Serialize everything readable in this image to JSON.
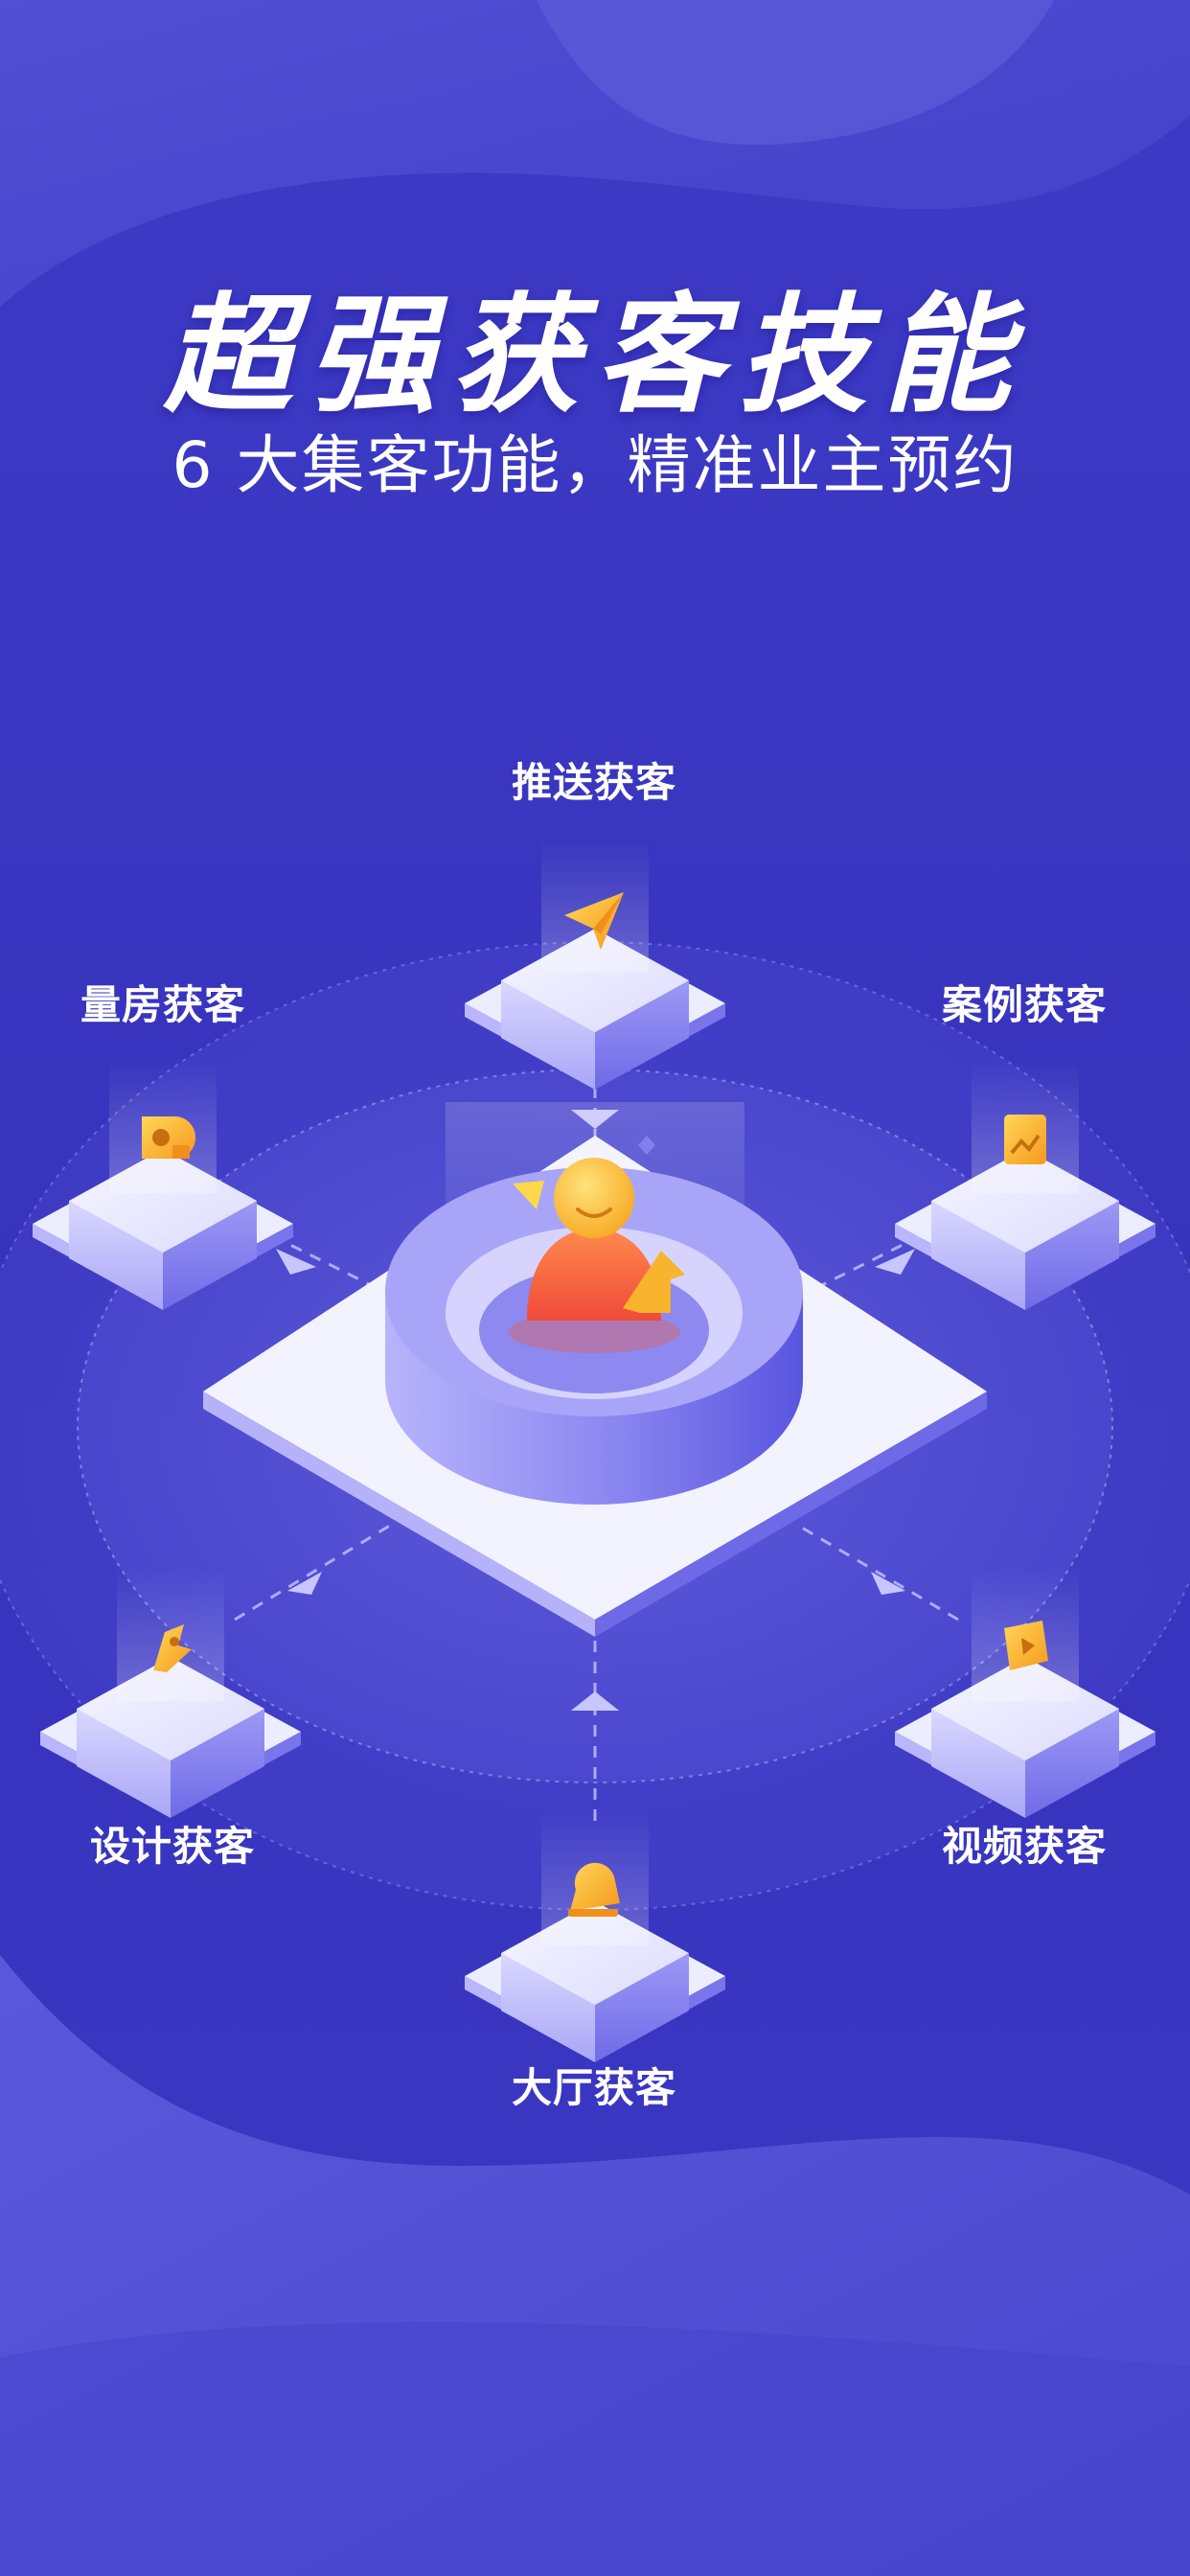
{
  "header": {
    "title": "超强获客技能",
    "subtitle": "6 大集客功能，精准业主预约"
  },
  "features": [
    {
      "label": "推送获客",
      "icon": "paper-plane-icon"
    },
    {
      "label": "量房获客",
      "icon": "measure-icon"
    },
    {
      "label": "案例获客",
      "icon": "image-icon"
    },
    {
      "label": "设计获客",
      "icon": "brush-icon"
    },
    {
      "label": "视频获客",
      "icon": "play-icon"
    },
    {
      "label": "大厅获客",
      "icon": "bell-icon"
    }
  ],
  "center": {
    "icon": "user-avatar-icon"
  },
  "colors": {
    "background": "#3a36c2",
    "wave": "#5c5ad8",
    "accent": "#f9b72a",
    "platform_top": "#eef0ff",
    "cube_side": "#8a86f0"
  }
}
